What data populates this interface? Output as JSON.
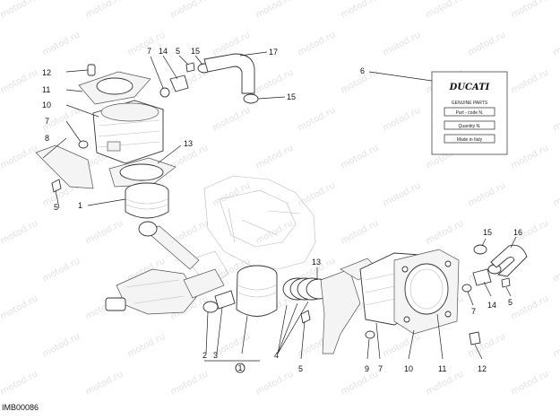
{
  "diagram": {
    "code": "IMB00086",
    "watermark": "motod.ru",
    "callouts": [
      "1",
      "2",
      "3",
      "4",
      "5",
      "6",
      "7",
      "8",
      "9",
      "10",
      "11",
      "12",
      "13",
      "14",
      "15",
      "16",
      "17"
    ],
    "label_card": {
      "brand": "DUCATI",
      "genuine": "GENUINE PARTS",
      "part": "Part - code N.",
      "quantity": "Quantity N.",
      "made": "Made in Italy"
    }
  }
}
